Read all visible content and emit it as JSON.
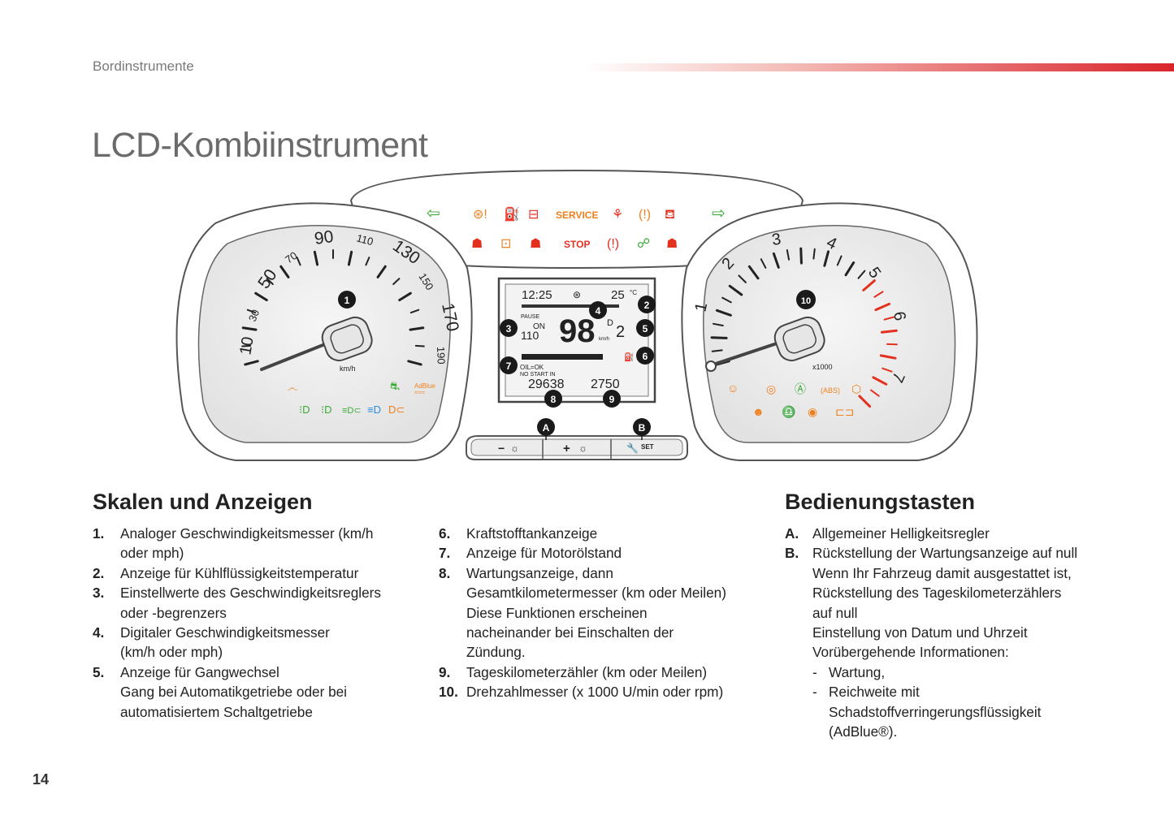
{
  "header": {
    "section": "Bordinstrumente",
    "title": "LCD-Kombiinstrument"
  },
  "illustration": {
    "speedo_numbers": [
      "10",
      "30",
      "50",
      "70",
      "90",
      "110",
      "130",
      "150",
      "170",
      "190"
    ],
    "speedo_unit": "km/h",
    "tacho_numbers": [
      "1",
      "2",
      "3",
      "4",
      "5",
      "6",
      "7"
    ],
    "tacho_unit": "x1000",
    "service_text": "SERVICE",
    "stop_text": "STOP",
    "adblue_text": "AdBlue",
    "display": {
      "clock": "12:25",
      "outside_temp": "25",
      "temp_unit": "°C",
      "pause": "PAUSE",
      "limiter_on": "ON",
      "set_speed": "110",
      "speed": "98",
      "speed_unit": "km/h",
      "gear_prefix": "D",
      "gear": "2",
      "oil_status": "OIL=OK",
      "no_start": "NO START IN",
      "odometer": "29638",
      "trip": "2750"
    },
    "buttons": {
      "a_label": "−",
      "b_label": "+",
      "set_label": "SET"
    },
    "callouts": [
      "1",
      "2",
      "3",
      "4",
      "5",
      "6",
      "7",
      "8",
      "9",
      "10",
      "A",
      "B"
    ]
  },
  "skalen": {
    "title": "Skalen und Anzeigen",
    "col1": [
      {
        "num": "1.",
        "lines": [
          "Analoger Geschwindigkeitsmesser (km/h",
          "oder mph)"
        ]
      },
      {
        "num": "2.",
        "lines": [
          "Anzeige für Kühlflüssigkeitstemperatur"
        ]
      },
      {
        "num": "3.",
        "lines": [
          "Einstellwerte des Geschwindigkeitsreglers",
          "oder -begrenzers"
        ]
      },
      {
        "num": "4.",
        "lines": [
          "Digitaler Geschwindigkeitsmesser",
          "(km/h oder mph)"
        ]
      },
      {
        "num": "5.",
        "lines": [
          "Anzeige für Gangwechsel",
          "Gang bei Automatikgetriebe oder bei",
          "automatisiertem Schaltgetriebe"
        ]
      }
    ],
    "col2": [
      {
        "num": "6.",
        "lines": [
          "Kraftstofftankanzeige"
        ]
      },
      {
        "num": "7.",
        "lines": [
          "Anzeige für Motorölstand"
        ]
      },
      {
        "num": "8.",
        "lines": [
          "Wartungsanzeige, dann",
          "Gesamtkilometermesser (km oder Meilen)",
          "Diese Funktionen erscheinen",
          "nacheinander bei Einschalten der",
          "Zündung."
        ]
      },
      {
        "num": "9.",
        "lines": [
          "Tageskilometerzähler (km oder Meilen)"
        ]
      },
      {
        "num": "10.",
        "lines": [
          "Drehzahlmesser (x 1000 U/min oder rpm)"
        ]
      }
    ]
  },
  "bedienung": {
    "title": "Bedienungstasten",
    "items": [
      {
        "num": "A.",
        "lines": [
          "Allgemeiner Helligkeitsregler"
        ]
      },
      {
        "num": "B.",
        "lines": [
          "Rückstellung der Wartungsanzeige auf null",
          "Wenn Ihr Fahrzeug damit ausgestattet ist,",
          "Rückstellung des Tageskilometerzählers",
          "auf null",
          "Einstellung von Datum und Uhrzeit",
          "Vorübergehende Informationen:"
        ]
      }
    ],
    "sub_items": [
      [
        "Wartung,"
      ],
      [
        "Reichweite mit",
        "Schadstoffverringerungsflüssigkeit",
        "(AdBlue®)."
      ]
    ]
  },
  "page_number": "14",
  "colors": {
    "accent_red": "#d9232b",
    "warning_orange": "#f0801e",
    "indicator_green": "#3aaa35",
    "indicator_red": "#e3301f",
    "indicator_blue": "#2e8ce0"
  }
}
